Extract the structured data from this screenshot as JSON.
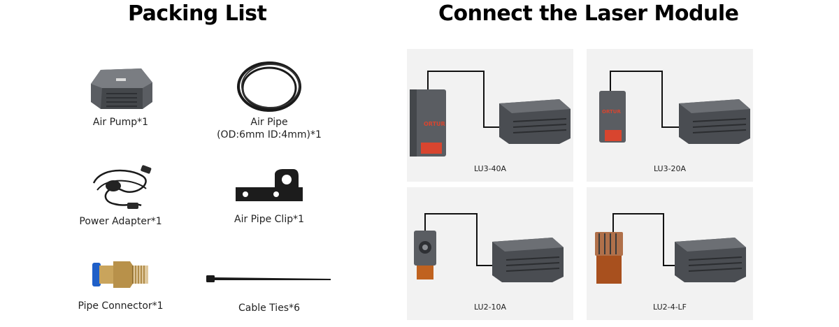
{
  "packing_list": {
    "title": "Packing List",
    "items": [
      {
        "label": "Air Pump*1",
        "icon": "air-pump-icon"
      },
      {
        "label": "Air Pipe\n(OD:6mm ID:4mm)*1",
        "icon": "air-pipe-icon"
      },
      {
        "label": "Power Adapter*1",
        "icon": "power-adapter-icon"
      },
      {
        "label": "Air Pipe Clip*1",
        "icon": "air-pipe-clip-icon"
      },
      {
        "label": "Pipe Connector*1",
        "icon": "pipe-connector-icon"
      },
      {
        "label": "Cable Ties*6",
        "icon": "cable-ties-icon"
      }
    ]
  },
  "connect": {
    "title": "Connect the Laser Module",
    "modules": [
      {
        "label": "LU3-40A",
        "brand": "ORTUR"
      },
      {
        "label": "LU3-20A",
        "brand": "ORTUR"
      },
      {
        "label": "LU2-10A"
      },
      {
        "label": "LU2-4-LF"
      }
    ]
  },
  "colors": {
    "panel_bg": "#f2f2f2",
    "device_dark": "#4a4d52",
    "accent_red": "#d8452f",
    "brass": "#b8914a",
    "connector_blue": "#1f5fc8"
  }
}
